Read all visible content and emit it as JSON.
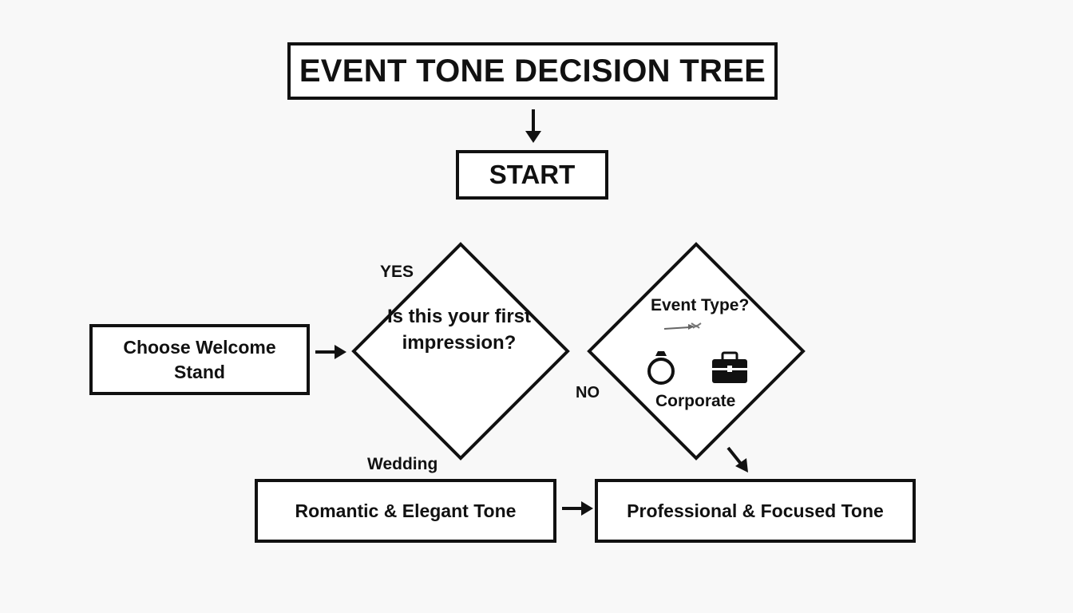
{
  "diagram": {
    "title": "EVENT TONE DECISION TREE",
    "start": "START",
    "welcome_stand": "Choose Welcome Stand",
    "question_first_impression": "Is this your first impression?",
    "yes_label": "YES",
    "no_label": "NO",
    "event_type_question": "Event Type?",
    "wedding_label": "Wedding",
    "corporate_label": "Corporate",
    "romantic_tone": "Romantic & Elegant Tone",
    "professional_tone": "Professional & Focused Tone",
    "icons": [
      "ring-icon",
      "briefcase-icon"
    ]
  }
}
